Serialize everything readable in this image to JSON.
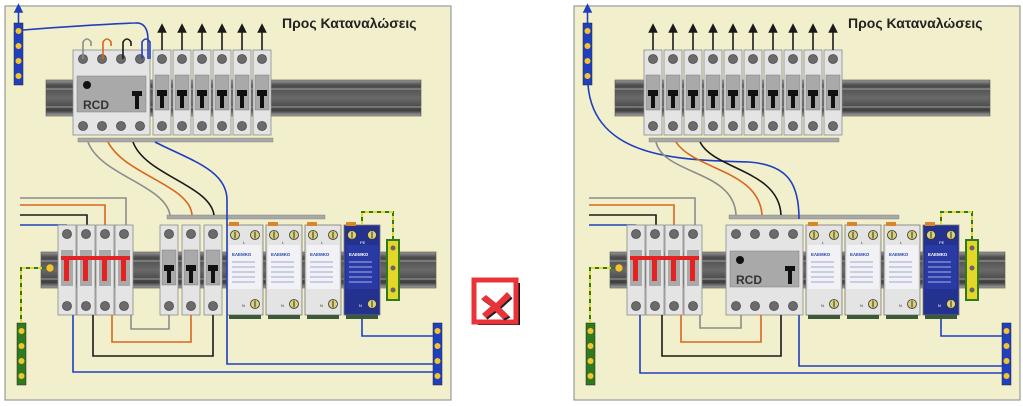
{
  "title": "Προς Καταναλώσεις",
  "colors": {
    "panel_bg": "#f2f0cc",
    "panel_border": "#9a9a9a",
    "rail": "#6e6e6e",
    "module": "#e4e4e4",
    "module_dark": "#9c9c9c",
    "neutral_blue": "#1f3fbf",
    "phase_brown": "#d8671c",
    "phase_black": "#1a1a1a",
    "phase_grey": "#8c8c8c",
    "earth_green": "#2e7a1c",
    "earth_yellow": "#e5d62a",
    "spd_blue": "#24318f",
    "isolator_red": "#e32222",
    "bad_mark": "#e8333a"
  },
  "panels": [
    {
      "id": "left",
      "label": "Προς Καταναλώσεις",
      "rcd_label": "RCD",
      "rcd_position": "top-rail",
      "mcb_count": 6,
      "lower_mcb_count": 3,
      "spd_count": 3,
      "spd_brand": "ΕΛΕΜΚΟ",
      "spd_line_label": "L",
      "spd_neutral_label": "N",
      "spd_pe_label": "PE"
    },
    {
      "id": "right",
      "label": "Προς Καταναλώσεις",
      "rcd_label": "RCD",
      "rcd_position": "bottom-rail",
      "mcb_count": 10,
      "lower_mcb_count": 0,
      "spd_count": 3,
      "spd_brand": "ΕΛΕΜΚΟ",
      "spd_line_label": "L",
      "spd_neutral_label": "N",
      "spd_pe_label": "PE"
    }
  ],
  "verdict": {
    "icon": "red-x-mark-icon",
    "meaning": "incorrect"
  }
}
